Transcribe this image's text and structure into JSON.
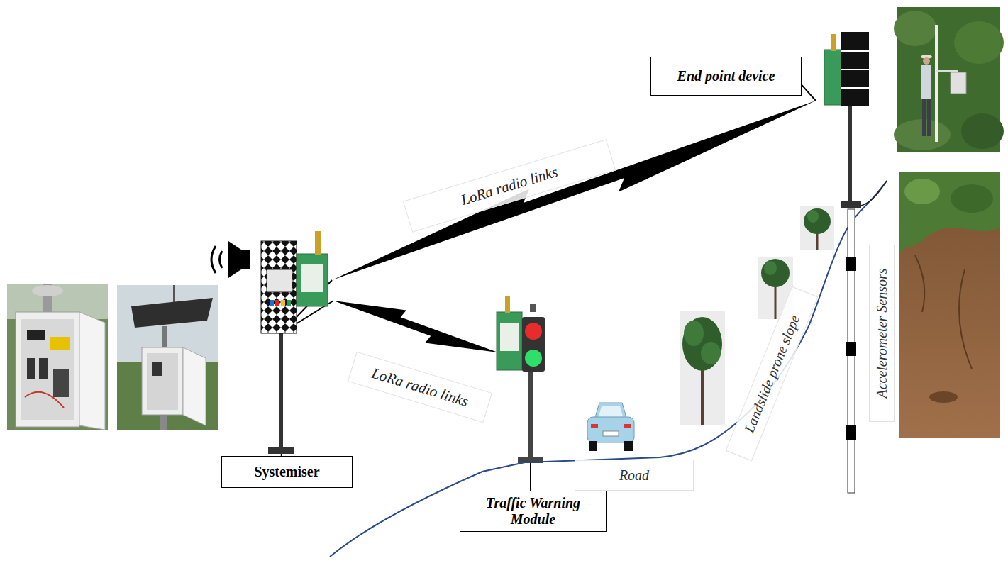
{
  "diagram": {
    "nodes": [
      {
        "text": [
          "End point device"
        ]
      },
      {
        "text": [
          "Systemiser"
        ]
      },
      {
        "text": [
          "Traffic Warning Module"
        ]
      }
    ],
    "edges": [
      {
        "from": 1,
        "to": 0,
        "arrow": "none",
        "label": "LoRa radio links"
      },
      {
        "from": 1,
        "to": 2,
        "arrow": "none",
        "label": "LoRa radio links"
      }
    ],
    "labels": [
      "Road",
      "Landslide prone slope",
      "Accelerometer Sensors"
    ]
  }
}
